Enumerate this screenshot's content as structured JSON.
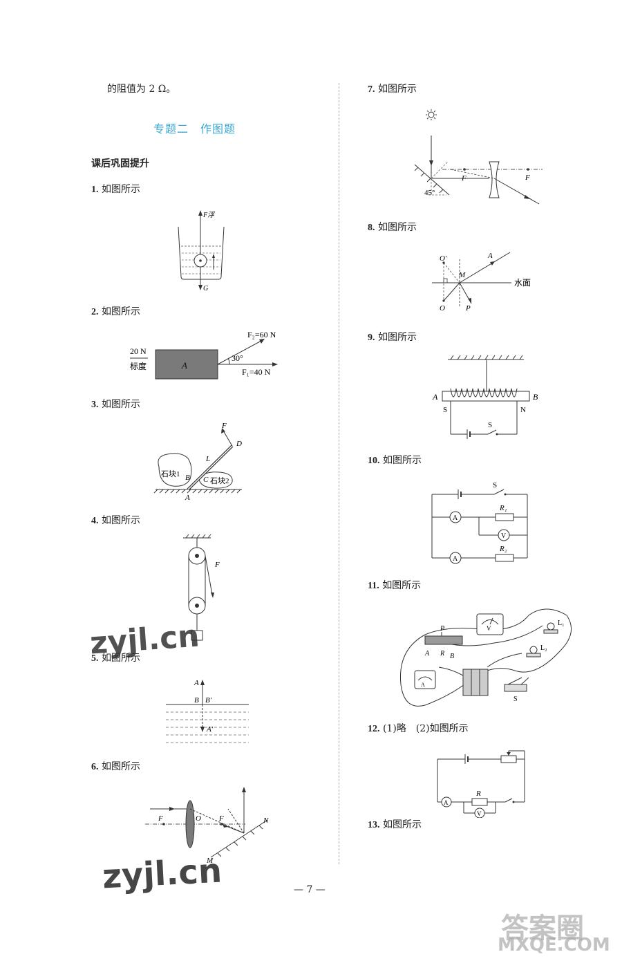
{
  "intro_line": "的阻值为 2 Ω。",
  "section_title": "专题二　作图题",
  "subsection": "课后巩固提升",
  "as_shown": "如图所示",
  "items": {
    "i1": "1.",
    "i2": "2.",
    "i3": "3.",
    "i4": "4.",
    "i5": "5.",
    "i6": "6.",
    "i7": "7.",
    "i8": "8.",
    "i9": "9.",
    "i10": "10.",
    "i11": "11.",
    "i12": "12.",
    "i13": "13."
  },
  "item12_text": "(1)略　(2)如图所示",
  "figure_labels": {
    "f1": {
      "top": "F浮",
      "bottom": "G"
    },
    "f2": {
      "scale_value": "20 N",
      "scale_word": "标度",
      "block": "A",
      "f2": "F₂=60 N",
      "angle": "30°",
      "f1": "F₁=40 N"
    },
    "f3": {
      "f": "F",
      "d": "D",
      "l": "L",
      "rock1": "石块1",
      "b": "B",
      "c": "C",
      "rock2": "石块2",
      "a": "A"
    },
    "f4": {
      "f": "F"
    },
    "f5": {
      "a": "A",
      "b": "B",
      "bp": "B′",
      "ap": "A′"
    },
    "f6": {
      "f_left": "F",
      "o": "O",
      "f_right": "F",
      "n": "N",
      "m": "M"
    },
    "f7": {
      "f_left": "F",
      "f_right": "F",
      "angle": "45°"
    },
    "f8": {
      "op": "O′",
      "a": "A",
      "m": "M",
      "water": "水面",
      "o": "O",
      "p": "P"
    },
    "f9": {
      "a": "A",
      "b": "B",
      "s_pole": "S",
      "n_pole": "N",
      "switch": "S"
    },
    "f10": {
      "switch": "S",
      "ammeter": "A",
      "r1": "R₁",
      "voltmeter": "V",
      "r2": "R₂"
    },
    "f11": {
      "v": "V",
      "l1": "L₁",
      "p": "P",
      "a": "A",
      "r": "R",
      "b": "B",
      "l2": "L₂",
      "ammeter": "A",
      "s": "S"
    },
    "f12": {
      "r": "R",
      "ammeter": "A",
      "voltmeter": "V"
    }
  },
  "page_number": "— 7 —",
  "watermark_1": "zyjl.cn",
  "watermark_2": "zyjl.cn",
  "watermark_3": "答案圈",
  "watermark_4": "MXQE.COM"
}
